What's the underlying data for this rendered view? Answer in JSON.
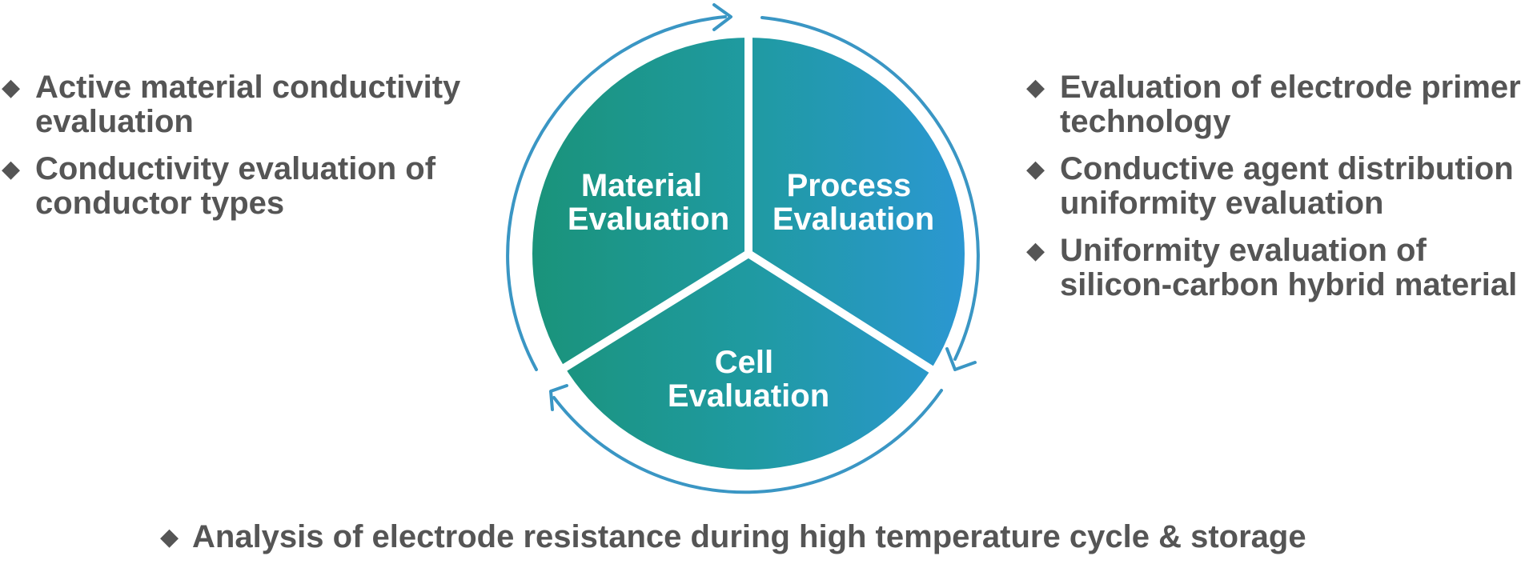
{
  "segments": [
    {
      "id": "material",
      "line1": "Material",
      "line2": "Evaluation"
    },
    {
      "id": "process",
      "line1": "Process",
      "line2": "Evaluation"
    },
    {
      "id": "cell",
      "line1": "Cell",
      "line2": "Evaluation"
    }
  ],
  "left_items": [
    "Active material conductivity evaluation",
    "Conductivity evaluation of conductor types"
  ],
  "right_items": [
    "Evaluation of electrode primer technology",
    "Conductive agent distribution uniformity evaluation",
    "Uniformity evaluation of silicon-carbon hybrid material"
  ],
  "bottom_item": "Analysis of electrode resistance during high temperature cycle & storage",
  "bullet_glyph": "◆",
  "colors": {
    "green": "#1a957a",
    "teal": "#1f9aa0",
    "blue": "#2b95cf",
    "arrow": "#3a96c4",
    "text": "#555555"
  }
}
